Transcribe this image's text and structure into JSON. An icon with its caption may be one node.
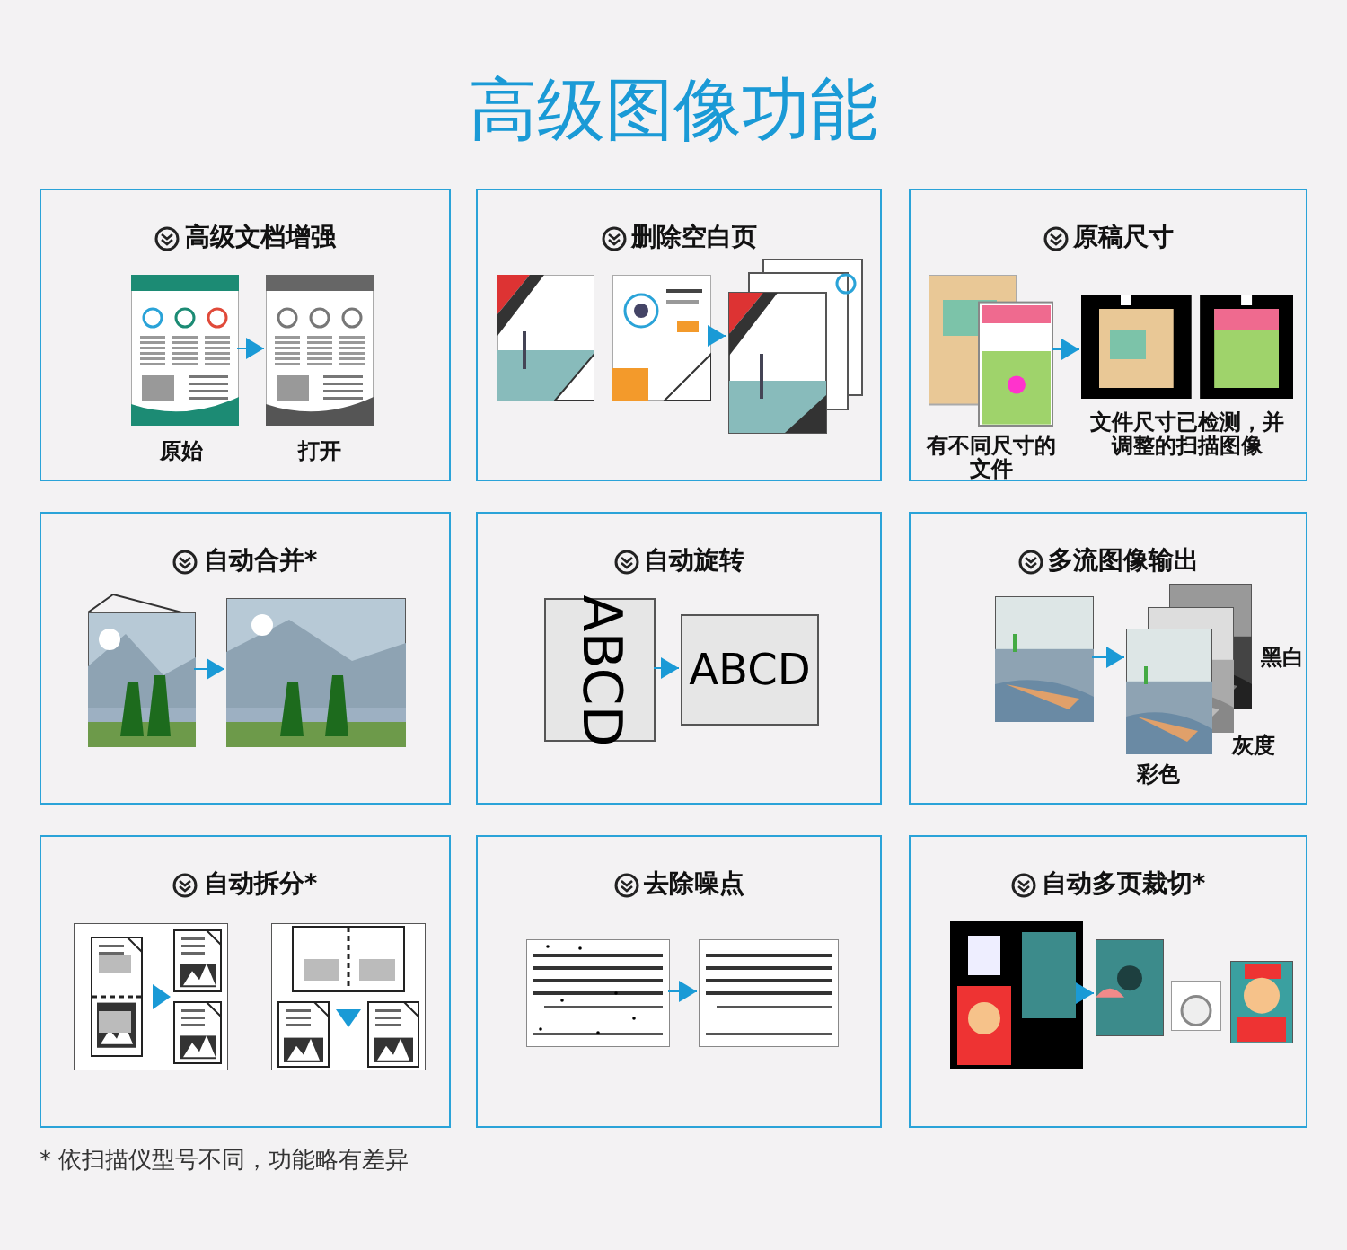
{
  "diagram": {
    "title": "高级图像功能",
    "nodes": [
      {
        "text": [
          "高级文档增强"
        ]
      },
      {
        "text": [],
        "shape": "picture",
        "in": 0,
        "beside": [
          "原始"
        ]
      },
      {
        "text": [],
        "shape": "picture",
        "in": 0,
        "beside": [
          "打开"
        ]
      },
      {
        "text": [
          "删除空白页"
        ]
      },
      {
        "text": [],
        "shape": "picture",
        "in": 3
      },
      {
        "text": [],
        "shape": "picture",
        "in": 3
      },
      {
        "text": [],
        "shape": "picture",
        "in": 3
      },
      {
        "text": [
          "原稿尺寸"
        ]
      },
      {
        "text": [],
        "shape": "picture",
        "in": 7,
        "beside": [
          "有不同尺寸的文件"
        ]
      },
      {
        "text": [],
        "shape": "picture",
        "in": 7,
        "beside": [
          "文件尺寸已检测，并调整的扫描图像"
        ]
      },
      {
        "text": [
          "自动合并*"
        ]
      },
      {
        "text": [],
        "shape": "picture",
        "in": 10
      },
      {
        "text": [],
        "shape": "picture",
        "in": 10
      },
      {
        "text": [
          "自动旋转"
        ]
      },
      {
        "text": [
          "ABCD"
        ],
        "in": 13
      },
      {
        "text": [
          "ABCD"
        ],
        "in": 13
      },
      {
        "text": [
          "多流图像输出"
        ]
      },
      {
        "text": [],
        "shape": "picture",
        "in": 16
      },
      {
        "text": [],
        "shape": "picture",
        "in": 16,
        "beside": [
          "彩色"
        ]
      },
      {
        "text": [],
        "shape": "picture",
        "in": 16,
        "beside": [
          "灰度"
        ]
      },
      {
        "text": [],
        "shape": "picture",
        "in": 16,
        "beside": [
          "黑白"
        ]
      },
      {
        "text": [
          "自动拆分*"
        ]
      },
      {
        "text": [],
        "shape": "picture",
        "in": 21
      },
      {
        "text": [],
        "shape": "picture",
        "in": 21
      },
      {
        "text": [
          "去除噪点"
        ]
      },
      {
        "text": [],
        "shape": "picture",
        "in": 24
      },
      {
        "text": [],
        "shape": "picture",
        "in": 24
      },
      {
        "text": [
          "自动多页裁切*"
        ]
      },
      {
        "text": [],
        "shape": "picture",
        "in": 27
      },
      {
        "text": [],
        "shape": "picture",
        "in": 27
      },
      {
        "text": [],
        "shape": "picture",
        "in": 27
      },
      {
        "text": [],
        "shape": "picture",
        "in": 27
      }
    ],
    "edges": [
      {
        "from": 1,
        "to": 2,
        "arrow": "to"
      },
      {
        "from": 5,
        "to": 6,
        "arrow": "to"
      },
      {
        "from": 8,
        "to": 9,
        "arrow": "to"
      },
      {
        "from": 11,
        "to": 12,
        "arrow": "to"
      },
      {
        "from": 14,
        "to": 15,
        "arrow": "to"
      },
      {
        "from": 17,
        "to": 18,
        "arrow": "to"
      },
      {
        "from": 25,
        "to": 26,
        "arrow": "to"
      },
      {
        "from": 28,
        "to": 29,
        "arrow": "to"
      }
    ],
    "labels": [
      "* 依扫描仪型号不同，功能略有差异"
    ]
  }
}
